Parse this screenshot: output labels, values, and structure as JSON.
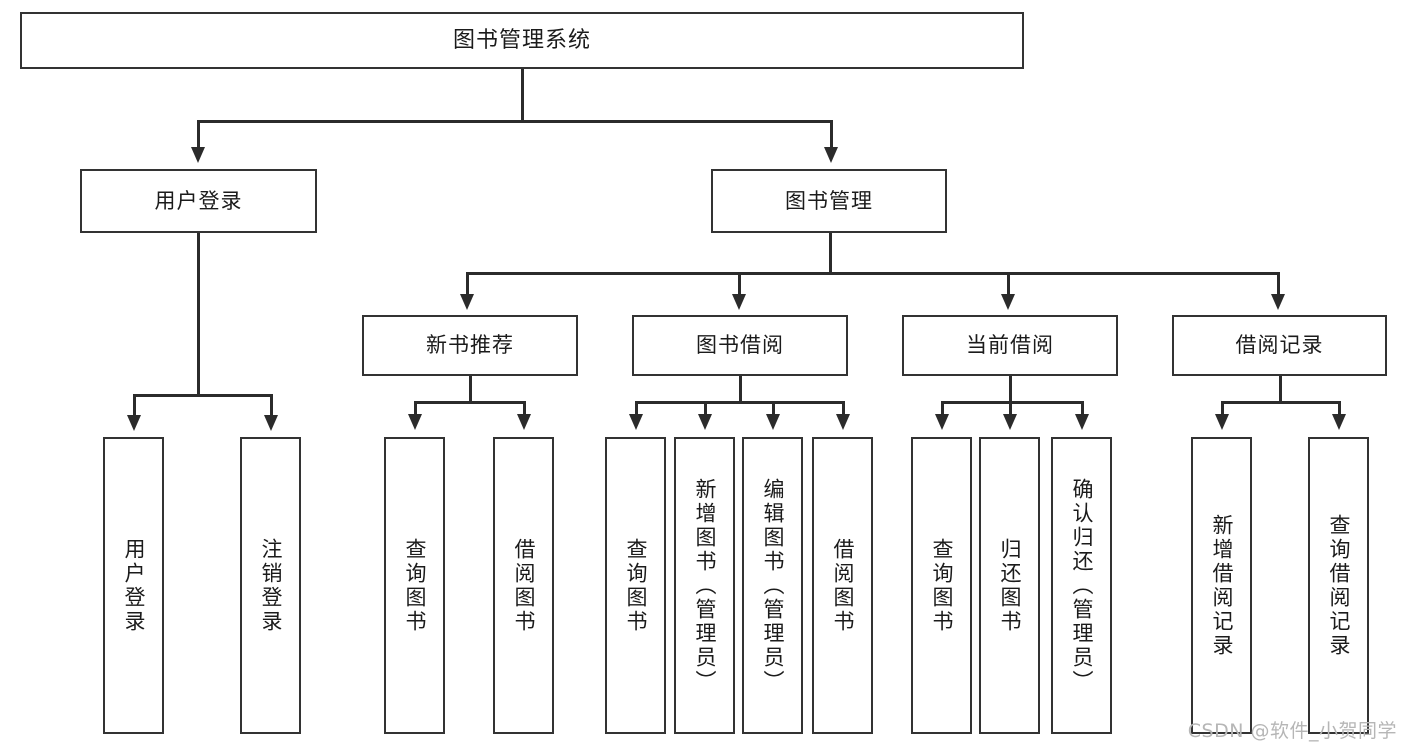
{
  "diagram": {
    "type": "tree",
    "title": "图书管理系统",
    "watermark": "CSDN @软件_小贺同学",
    "colors": {
      "stroke": "#333333",
      "line": "#2b2b2b",
      "background": "#ffffff",
      "watermark": "#b6b6b6"
    },
    "nodes": {
      "root": "图书管理系统",
      "level2": {
        "user_login": "用户登录",
        "book_manage": "图书管理"
      },
      "level3": {
        "new_book_rec": "新书推荐",
        "book_borrow": "图书借阅",
        "current_borrow": "当前借阅",
        "borrow_record": "借阅记录"
      },
      "leaves": {
        "user_login_1": "用户登录",
        "user_login_2": "注销登录",
        "new_book_rec_1": "查询图书",
        "new_book_rec_2": "借阅图书",
        "book_borrow_1": "查询图书",
        "book_borrow_2": "新增图书（管理员）",
        "book_borrow_3": "编辑图书（管理员）",
        "book_borrow_4": "借阅图书",
        "current_borrow_1": "查询图书",
        "current_borrow_2": "归还图书",
        "current_borrow_3": "确认归还（管理员）",
        "borrow_record_1": "新增借阅记录",
        "borrow_record_2": "查询借阅记录"
      }
    },
    "edges": [
      {
        "from": "root",
        "to": "user_login"
      },
      {
        "from": "root",
        "to": "book_manage"
      },
      {
        "from": "book_manage",
        "to": "new_book_rec"
      },
      {
        "from": "book_manage",
        "to": "book_borrow"
      },
      {
        "from": "book_manage",
        "to": "current_borrow"
      },
      {
        "from": "book_manage",
        "to": "borrow_record"
      },
      {
        "from": "user_login",
        "to": "user_login_1"
      },
      {
        "from": "user_login",
        "to": "user_login_2"
      },
      {
        "from": "new_book_rec",
        "to": "new_book_rec_1"
      },
      {
        "from": "new_book_rec",
        "to": "new_book_rec_2"
      },
      {
        "from": "book_borrow",
        "to": "book_borrow_1"
      },
      {
        "from": "book_borrow",
        "to": "book_borrow_2"
      },
      {
        "from": "book_borrow",
        "to": "book_borrow_3"
      },
      {
        "from": "book_borrow",
        "to": "book_borrow_4"
      },
      {
        "from": "current_borrow",
        "to": "current_borrow_1"
      },
      {
        "from": "current_borrow",
        "to": "current_borrow_2"
      },
      {
        "from": "current_borrow",
        "to": "current_borrow_3"
      },
      {
        "from": "borrow_record",
        "to": "borrow_record_1"
      },
      {
        "from": "borrow_record",
        "to": "borrow_record_2"
      }
    ]
  }
}
